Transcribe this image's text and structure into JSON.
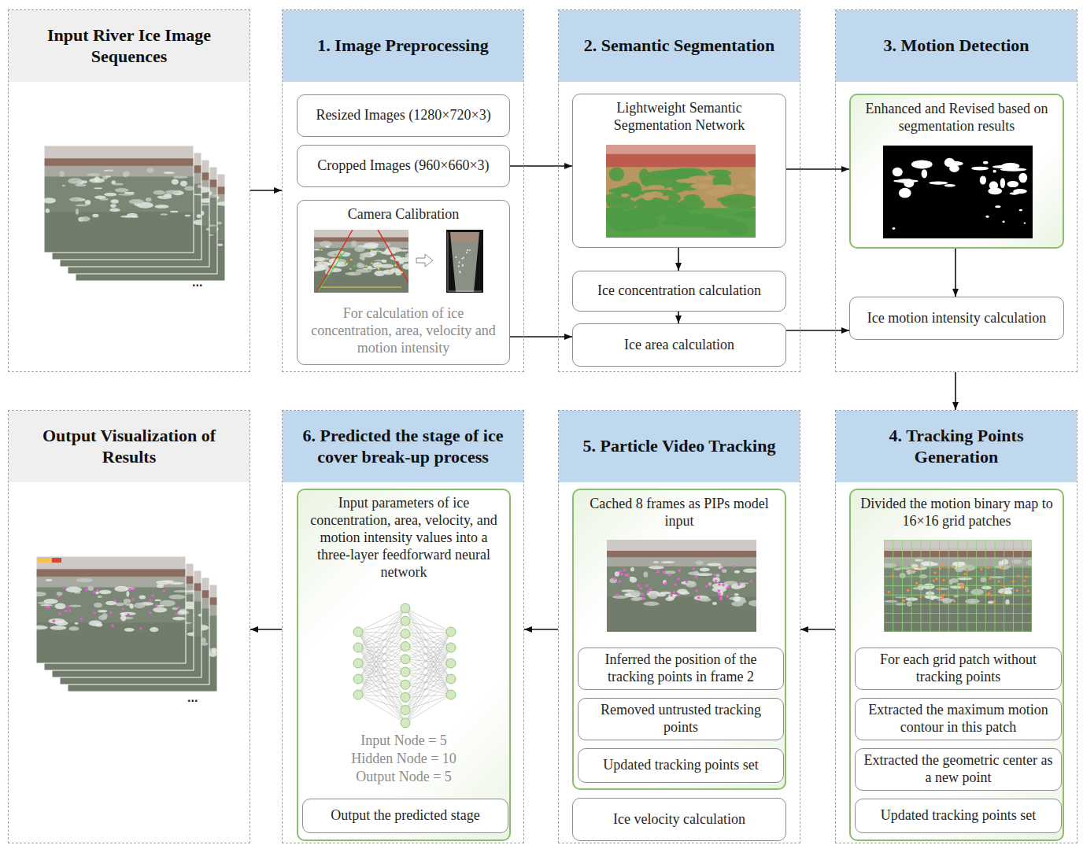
{
  "diagram": {
    "nodes": [
      {
        "text": [
          "Input River Ice Image Sequences"
        ]
      },
      {
        "text": [
          "1. Image Preprocessing"
        ]
      },
      {
        "text": [
          "Resized Images (1280×720×3)"
        ],
        "in": 1
      },
      {
        "text": [
          "Cropped Images (960×660×3)"
        ],
        "in": 1
      },
      {
        "text": [
          "Camera Calibration",
          "For calculation of ice concentration, area, velocity and motion intensity"
        ],
        "in": 1
      },
      {
        "text": [
          "2. Semantic Segmentation"
        ]
      },
      {
        "text": [
          "Lightweight Semantic Segmentation Network"
        ],
        "in": 5
      },
      {
        "text": [
          "Ice concentration calculation"
        ],
        "in": 5
      },
      {
        "text": [
          "Ice area calculation"
        ],
        "in": 5
      },
      {
        "text": [
          "3. Motion Detection"
        ]
      },
      {
        "text": [
          "Enhanced and Revised based on segmentation results"
        ],
        "in": 9
      },
      {
        "text": [
          "Ice motion intensity calculation"
        ],
        "in": 9
      },
      {
        "text": [
          "4. Tracking Points Generation"
        ]
      },
      {
        "text": [
          "Divided the motion binary map to 16×16 grid patches"
        ],
        "in": 12
      },
      {
        "text": [
          "For each grid patch without tracking points"
        ],
        "in": 13
      },
      {
        "text": [
          "Extracted the maximum motion contour in this patch"
        ],
        "in": 13
      },
      {
        "text": [
          "Extracted the geometric center as a new point"
        ],
        "in": 13
      },
      {
        "text": [
          "Updated tracking points set"
        ],
        "in": 13
      },
      {
        "text": [
          "5. Particle Video Tracking"
        ]
      },
      {
        "text": [
          "Cached 8 frames as PIPs model input"
        ],
        "in": 18
      },
      {
        "text": [
          "Inferred the position of the tracking points in frame 2"
        ],
        "in": 19
      },
      {
        "text": [
          "Removed untrusted tracking points"
        ],
        "in": 19
      },
      {
        "text": [
          "Updated tracking points set"
        ],
        "in": 19
      },
      {
        "text": [
          "Ice velocity calculation"
        ],
        "in": 18
      },
      {
        "text": [
          "6. Predicted the stage of ice cover break-up process"
        ]
      },
      {
        "text": [
          "Input parameters of ice concentration, area, velocity, and motion intensity values into a three-layer feedforward neural network",
          "Input Node = 5",
          "Hidden Node = 10",
          "Output Node = 5"
        ],
        "in": 24
      },
      {
        "text": [
          "Output the predicted stage"
        ],
        "in": 25
      },
      {
        "text": [
          "Output Visualization of Results"
        ]
      }
    ],
    "edges": [
      {
        "from": 0,
        "to": 1,
        "arrow": "to"
      },
      {
        "from": 3,
        "to": 6,
        "arrow": "to"
      },
      {
        "from": 4,
        "to": 8,
        "arrow": "to"
      },
      {
        "from": 6,
        "to": 7,
        "arrow": "to"
      },
      {
        "from": 7,
        "to": 8,
        "arrow": "to"
      },
      {
        "from": 6,
        "to": 10,
        "arrow": "to"
      },
      {
        "from": 8,
        "to": 11,
        "arrow": "to"
      },
      {
        "from": 10,
        "to": 11,
        "arrow": "to"
      },
      {
        "from": 9,
        "to": 12,
        "arrow": "to"
      },
      {
        "from": 12,
        "to": 18,
        "arrow": "to"
      },
      {
        "from": 18,
        "to": 24,
        "arrow": "to"
      },
      {
        "from": 24,
        "to": 27,
        "arrow": "to"
      }
    ],
    "labels": [
      "...",
      "..."
    ]
  }
}
